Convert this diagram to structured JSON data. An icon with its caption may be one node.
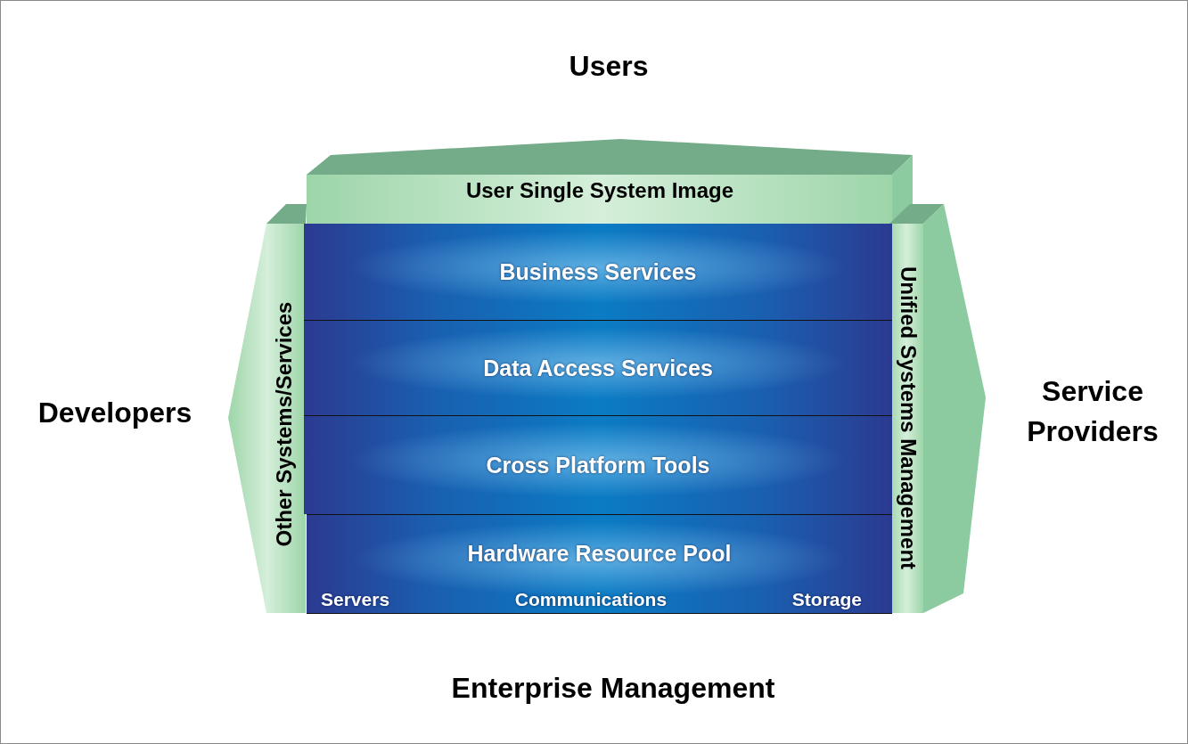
{
  "diagram": {
    "nodes": [
      {
        "text": [
          "User Single System Image"
        ]
      },
      {
        "text": [
          "Other Systems/Services"
        ]
      },
      {
        "text": [
          "Unified Systems Management"
        ]
      },
      {
        "text": [
          "Business Services"
        ]
      },
      {
        "text": [
          "Data Access Services"
        ]
      },
      {
        "text": [
          "Cross Platform Tools"
        ]
      },
      {
        "text": [
          "Hardware Resource Pool",
          "Servers",
          "Communications",
          "Storage"
        ]
      }
    ],
    "edges": [],
    "labels": [
      "Users",
      "Developers",
      "Service Providers",
      "Enterprise Management"
    ]
  }
}
